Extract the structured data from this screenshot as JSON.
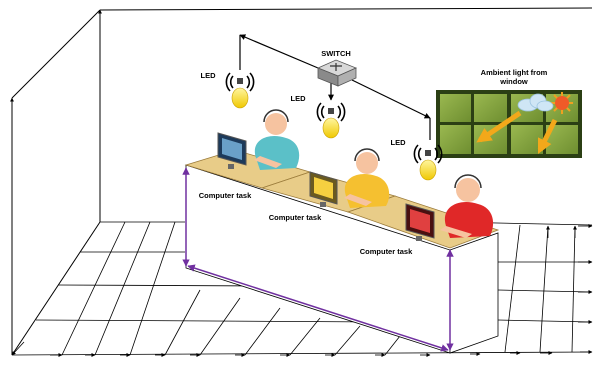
{
  "labels": {
    "switch": "SWITCH",
    "led_1": "LED",
    "led_2": "LED",
    "led_3": "LED",
    "window_line_1": "Ambient light from",
    "window_line_2": "window",
    "task_1": "Computer task",
    "task_2": "Computer task",
    "task_3": "Computer task"
  },
  "colors": {
    "wire": "#000000",
    "boundary": "#7030a0",
    "window_pane": "#7a9a3a",
    "window_frame": "#2b3f14",
    "light_arrow": "#f2a81a",
    "bulb": "#f5d000",
    "desk_top": "#e8cc88",
    "worker_1": "#5bc0c8",
    "worker_2": "#f5c030",
    "worker_3": "#e02828"
  },
  "icons": {
    "switch": "network-switch-icon",
    "led": "led-bulb-icon",
    "sun": "sun-icon",
    "cloud": "cloud-icon",
    "monitor": "monitor-icon",
    "worker": "person-headset-icon"
  }
}
